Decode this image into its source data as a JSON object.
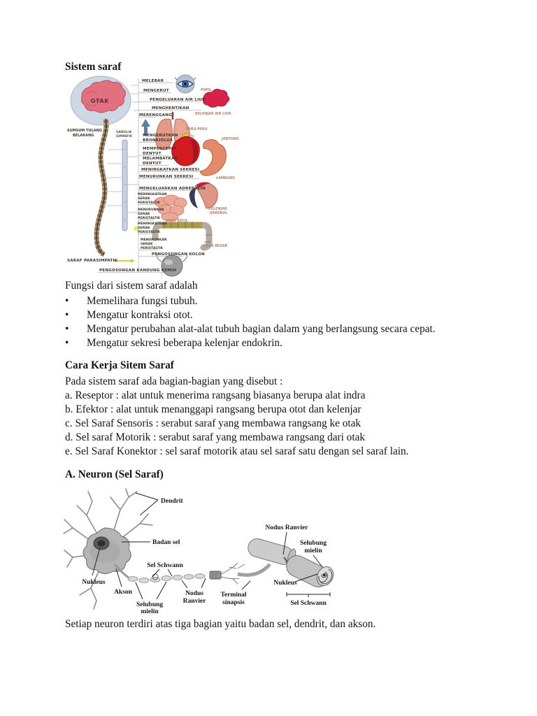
{
  "page": {
    "title": "Sistem saraf",
    "intro": {
      "lead": "Fungsi dari sistem saraf adalah",
      "bullets": [
        "Memelihara fungsi tubuh.",
        "Mengatur kontraksi otot.",
        "Mengatur perubahan alat-alat tubuh bagian dalam yang berlangsung secara cepat.",
        "Mengatur sekresi beberapa kelenjar endokrin."
      ]
    },
    "how_it_works": {
      "heading": "Cara Kerja Sitem Saraf",
      "lines": [
        "Pada sistem saraf ada bagian-bagian yang disebut :",
        "a. Reseptor : alat untuk menerima rangsang biasanya berupa alat indra",
        "b. Efektor : alat untuk menanggapi rangsang berupa otot dan kelenjar",
        "c. Sel Saraf Sensoris : serabut saraf yang membawa rangsang ke otak",
        "d. Sel saraf Motorik : serabut saraf yang membawa rangsang dari otak",
        "e. Sel Saraf Konektor : sel saraf motorik atau sel saraf satu dengan sel saraf lain."
      ]
    },
    "neuron_section": {
      "heading": "A. Neuron (Sel Saraf)",
      "note": "Setiap neuron terdiri atas tiga bagian yaitu badan sel, dendrit, dan akson."
    }
  },
  "nervous_diagram": {
    "labels": {
      "otak": [
        "OTAK"
      ],
      "sumsum_tulang_belakang": [
        "SUMSUM TULANG",
        "BELAKANG"
      ],
      "ganglia_simpatik": [
        "GANGLIA",
        "SIMPATIK"
      ],
      "saraf_parasimpatik": [
        "SARAF PARASIMPATIK"
      ],
      "melebar": [
        "MELEBAR"
      ],
      "mengerut": [
        "MENGERUT"
      ],
      "pupil": [
        "PUPIL"
      ],
      "pengeluaran_air_liur": [
        "PENGELUARAN AIR LIUR"
      ],
      "menghentikan": [
        "MENGHENTIKAN"
      ],
      "kelenjar_air_liur": [
        "KELENJAR AIR LIUR"
      ],
      "merenggang": [
        "MERENGGANG"
      ],
      "paru_paru": [
        "PARU-PARU"
      ],
      "mengerutkan_bronkiolus": [
        "MENGERUTKAN",
        "BRONKIOLUS"
      ],
      "jantung": [
        "JANTUNG"
      ],
      "mempercepat_denyut": [
        "MEMPERCEPAT",
        "DENYUT"
      ],
      "melambatkan_denyut": [
        "MELAMBATKAN",
        "DENYUT"
      ],
      "meningkatkan_sekresi": [
        "MENINGKATKAN SEKRESI"
      ],
      "menurunkan_sekresi": [
        "MENURUNKAN SEKRESI"
      ],
      "lambung": [
        "LAMBUNG"
      ],
      "mengeluarkan_adrenalin": [
        "MENGELUARKAN ADRENALIN"
      ],
      "kelenjar_adrenal": [
        "KELENJAR",
        "ADRENAL"
      ],
      "meningkatkan_gerak_usus_kecil": [
        "MENINGKATKAN",
        "GERAK",
        "PERISTALTIK"
      ],
      "menurunkan_gerak_usus_kecil": [
        "MENURUNKAN",
        "GERAK",
        "PERISTALTIK"
      ],
      "usus_kecil": [
        "USUS KECIL"
      ],
      "meningkatkan_gerak_usus_besar": [
        "MENINGKATKAN",
        "GERAK",
        "PERISTALTIK"
      ],
      "menurunkan_gerak_usus_besar": [
        "MENURUNKAN",
        "GERAK",
        "PERISTALTIK"
      ],
      "usus_besar": [
        "USUS BESAR"
      ],
      "pengosongan_kolon": [
        "PENGOSONGAN KOLON"
      ],
      "pengosongan_kandung_kemih": [
        "PENGOSONGAN KANDUNG KEMIH"
      ]
    }
  },
  "neuron_diagram": {
    "labels": {
      "dendrit": [
        "Dendrit"
      ],
      "badan_sel": [
        "Badan sel"
      ],
      "nukleus": [
        "Nukleus"
      ],
      "akson": [
        "Akson"
      ],
      "sel_schwann": [
        "Sel Schwann"
      ],
      "nodus_ranvier": [
        "Nodus",
        "Ranvier"
      ],
      "terminal_sinapsis": [
        "Terminal",
        "sinapsis"
      ],
      "selubung_mielin": [
        "Selubung",
        "mielin"
      ],
      "nodus_ranvier_detail": [
        "Nodus Ranvier"
      ],
      "selubung_mielin_detail": [
        "Selubung",
        "mielin"
      ],
      "nukleus_detail": [
        "Nukleus"
      ],
      "sel_schwann_detail": [
        "Sel Schwann"
      ]
    }
  }
}
